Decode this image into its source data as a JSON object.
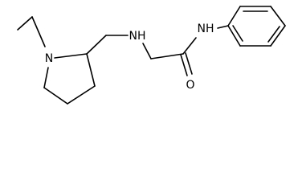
{
  "molecule": {
    "atoms": {
      "n_ring": "N",
      "n_amine": "NH",
      "n_amide": "NH",
      "o_carbonyl": "O"
    }
  }
}
